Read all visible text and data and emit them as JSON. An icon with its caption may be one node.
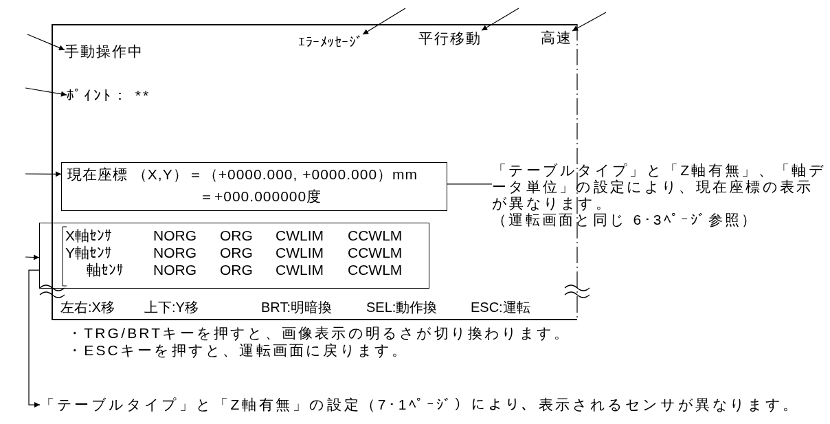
{
  "diagram": {
    "nodes": [
      {
        "text": [],
        "shape": "box"
      },
      {
        "text": [
          "手動操作中"
        ],
        "in": 0
      },
      {
        "text": [
          "ｴﾗｰﾒｯｾｰｼﾞ"
        ],
        "in": 0
      },
      {
        "text": [
          "平行移動"
        ],
        "in": 0
      },
      {
        "text": [
          "高速"
        ],
        "in": 0
      },
      {
        "text": [
          "ﾎﾟｲﾝﾄ： **"
        ],
        "in": 0
      },
      {
        "text": [
          "現在座標 （X,Y）＝（+0000.000, +0000.000）mm",
          "＝+000.000000度"
        ],
        "in": 0
      },
      {
        "text": [
          "X軸ｾﾝｻ",
          "NORG",
          "ORG",
          "CWLIM",
          "CCWLM",
          "Y軸ｾﾝｻ",
          "NORG",
          "ORG",
          "CWLIM",
          "CCWLM",
          "軸ｾﾝｻ",
          "NORG",
          "ORG",
          "CWLIM",
          "CCWLM"
        ],
        "in": 0
      },
      {
        "text": [
          "「テーブルタイプ」と「Z軸有無」、「軸データ単位」の設定により、現在座標の表示が異なります。",
          "（運転画面と同じ 6･3ﾍﾟｰｼﾞ参照）"
        ]
      },
      {
        "text": [
          "「テーブルタイプ」と「Z軸有無」の設定（7･1ﾍﾟｰｼﾞ）により、表示されるセンサが異なります。"
        ]
      }
    ],
    "edges": [
      {
        "from": null,
        "to": 2,
        "arrow": "to"
      },
      {
        "from": null,
        "to": 3,
        "arrow": "to"
      },
      {
        "from": null,
        "to": 4,
        "arrow": "to"
      },
      {
        "from": null,
        "to": 1,
        "arrow": "to"
      },
      {
        "from": null,
        "to": 5,
        "arrow": "to"
      },
      {
        "from": null,
        "to": 6,
        "arrow": "to"
      },
      {
        "from": 6,
        "to": 8,
        "arrow": "none"
      },
      {
        "from": null,
        "to": 7,
        "arrow": "to"
      },
      {
        "from": 7,
        "to": 9,
        "arrow": "to"
      }
    ],
    "labels": [
      "左右:X移",
      "上下:Y移",
      "BRT:明暗換",
      "SEL:動作換",
      "ESC:運転",
      "・TRG/BRTキーを押すと、画像表示の明るさが切り換わります。",
      "・ESCキーを押すと、運転画面に戻ります。"
    ]
  }
}
